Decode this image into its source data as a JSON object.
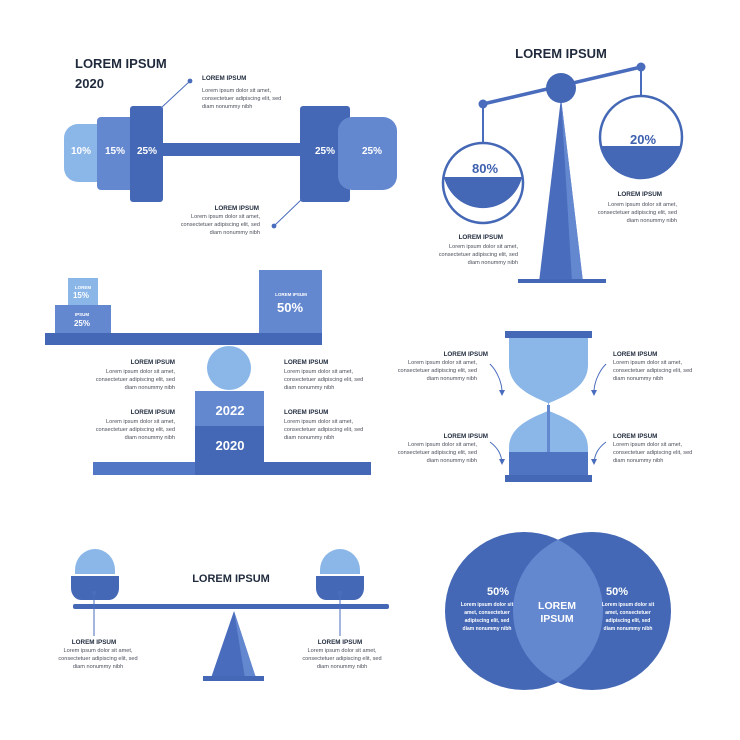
{
  "colors": {
    "dark": "#4468b5",
    "mid": "#6488d0",
    "light": "#8ab6e8",
    "line": "#4a6cbd",
    "text": "#1f2a3c"
  },
  "common": {
    "head": "LOREM IPSUM",
    "body_lines": [
      "Lorem ipsum dolor sit amet,",
      "consectetuer adipiscing elit, sed",
      "diam nonummy nibh"
    ]
  },
  "dumbbell": {
    "title": [
      "LOREM IPSUM",
      "2020"
    ],
    "plates_left": [
      "10%",
      "15%",
      "25%"
    ],
    "plates_right": [
      "25%",
      "25%"
    ]
  },
  "scale": {
    "title": "LOREM IPSUM",
    "left_pan": "80%",
    "right_pan": "20%"
  },
  "steps": {
    "small_top_label": "LOREM",
    "small_top_value": "15%",
    "small_bottom_label": "IPSUM",
    "small_bottom_value": "25%",
    "big_label": "LOREM IPSUM",
    "big_value": "50%",
    "year_top": "2022",
    "year_bottom": "2020"
  },
  "hourglass": {},
  "seesaw": {
    "title": "LOREM IPSUM"
  },
  "venn": {
    "left_value": "50%",
    "right_value": "50%",
    "center": [
      "LOREM",
      "IPSUM"
    ],
    "small_lines": [
      "Lorem ipsum dolor sit",
      "amet, consectetuer",
      "adipiscing elit, sed",
      "diam nonummy nibh"
    ]
  }
}
